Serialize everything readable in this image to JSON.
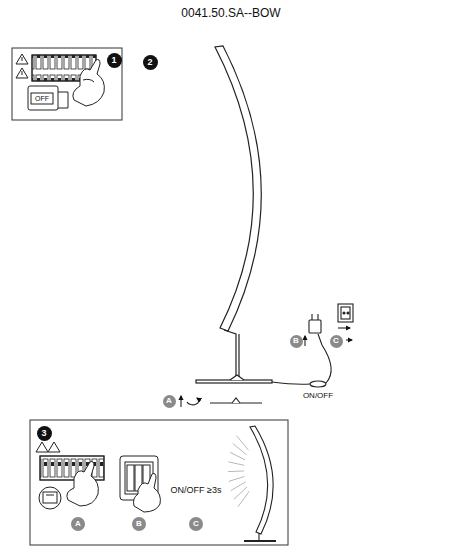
{
  "diagram": {
    "title": "0041.50.SA--BOW",
    "nodes": [
      {
        "text": [
          "1"
        ]
      },
      {
        "text": [
          "2"
        ]
      },
      {
        "text": [
          "B"
        ]
      },
      {
        "text": [
          "C"
        ]
      },
      {
        "text": [
          "A"
        ]
      },
      {
        "text": [
          "3"
        ]
      },
      {
        "text": [
          "A"
        ]
      },
      {
        "text": [
          "B"
        ]
      },
      {
        "text": [
          "C"
        ]
      }
    ],
    "labels": [
      "OFF",
      "ON/OFF",
      "ON/OFF ≥3s"
    ]
  }
}
